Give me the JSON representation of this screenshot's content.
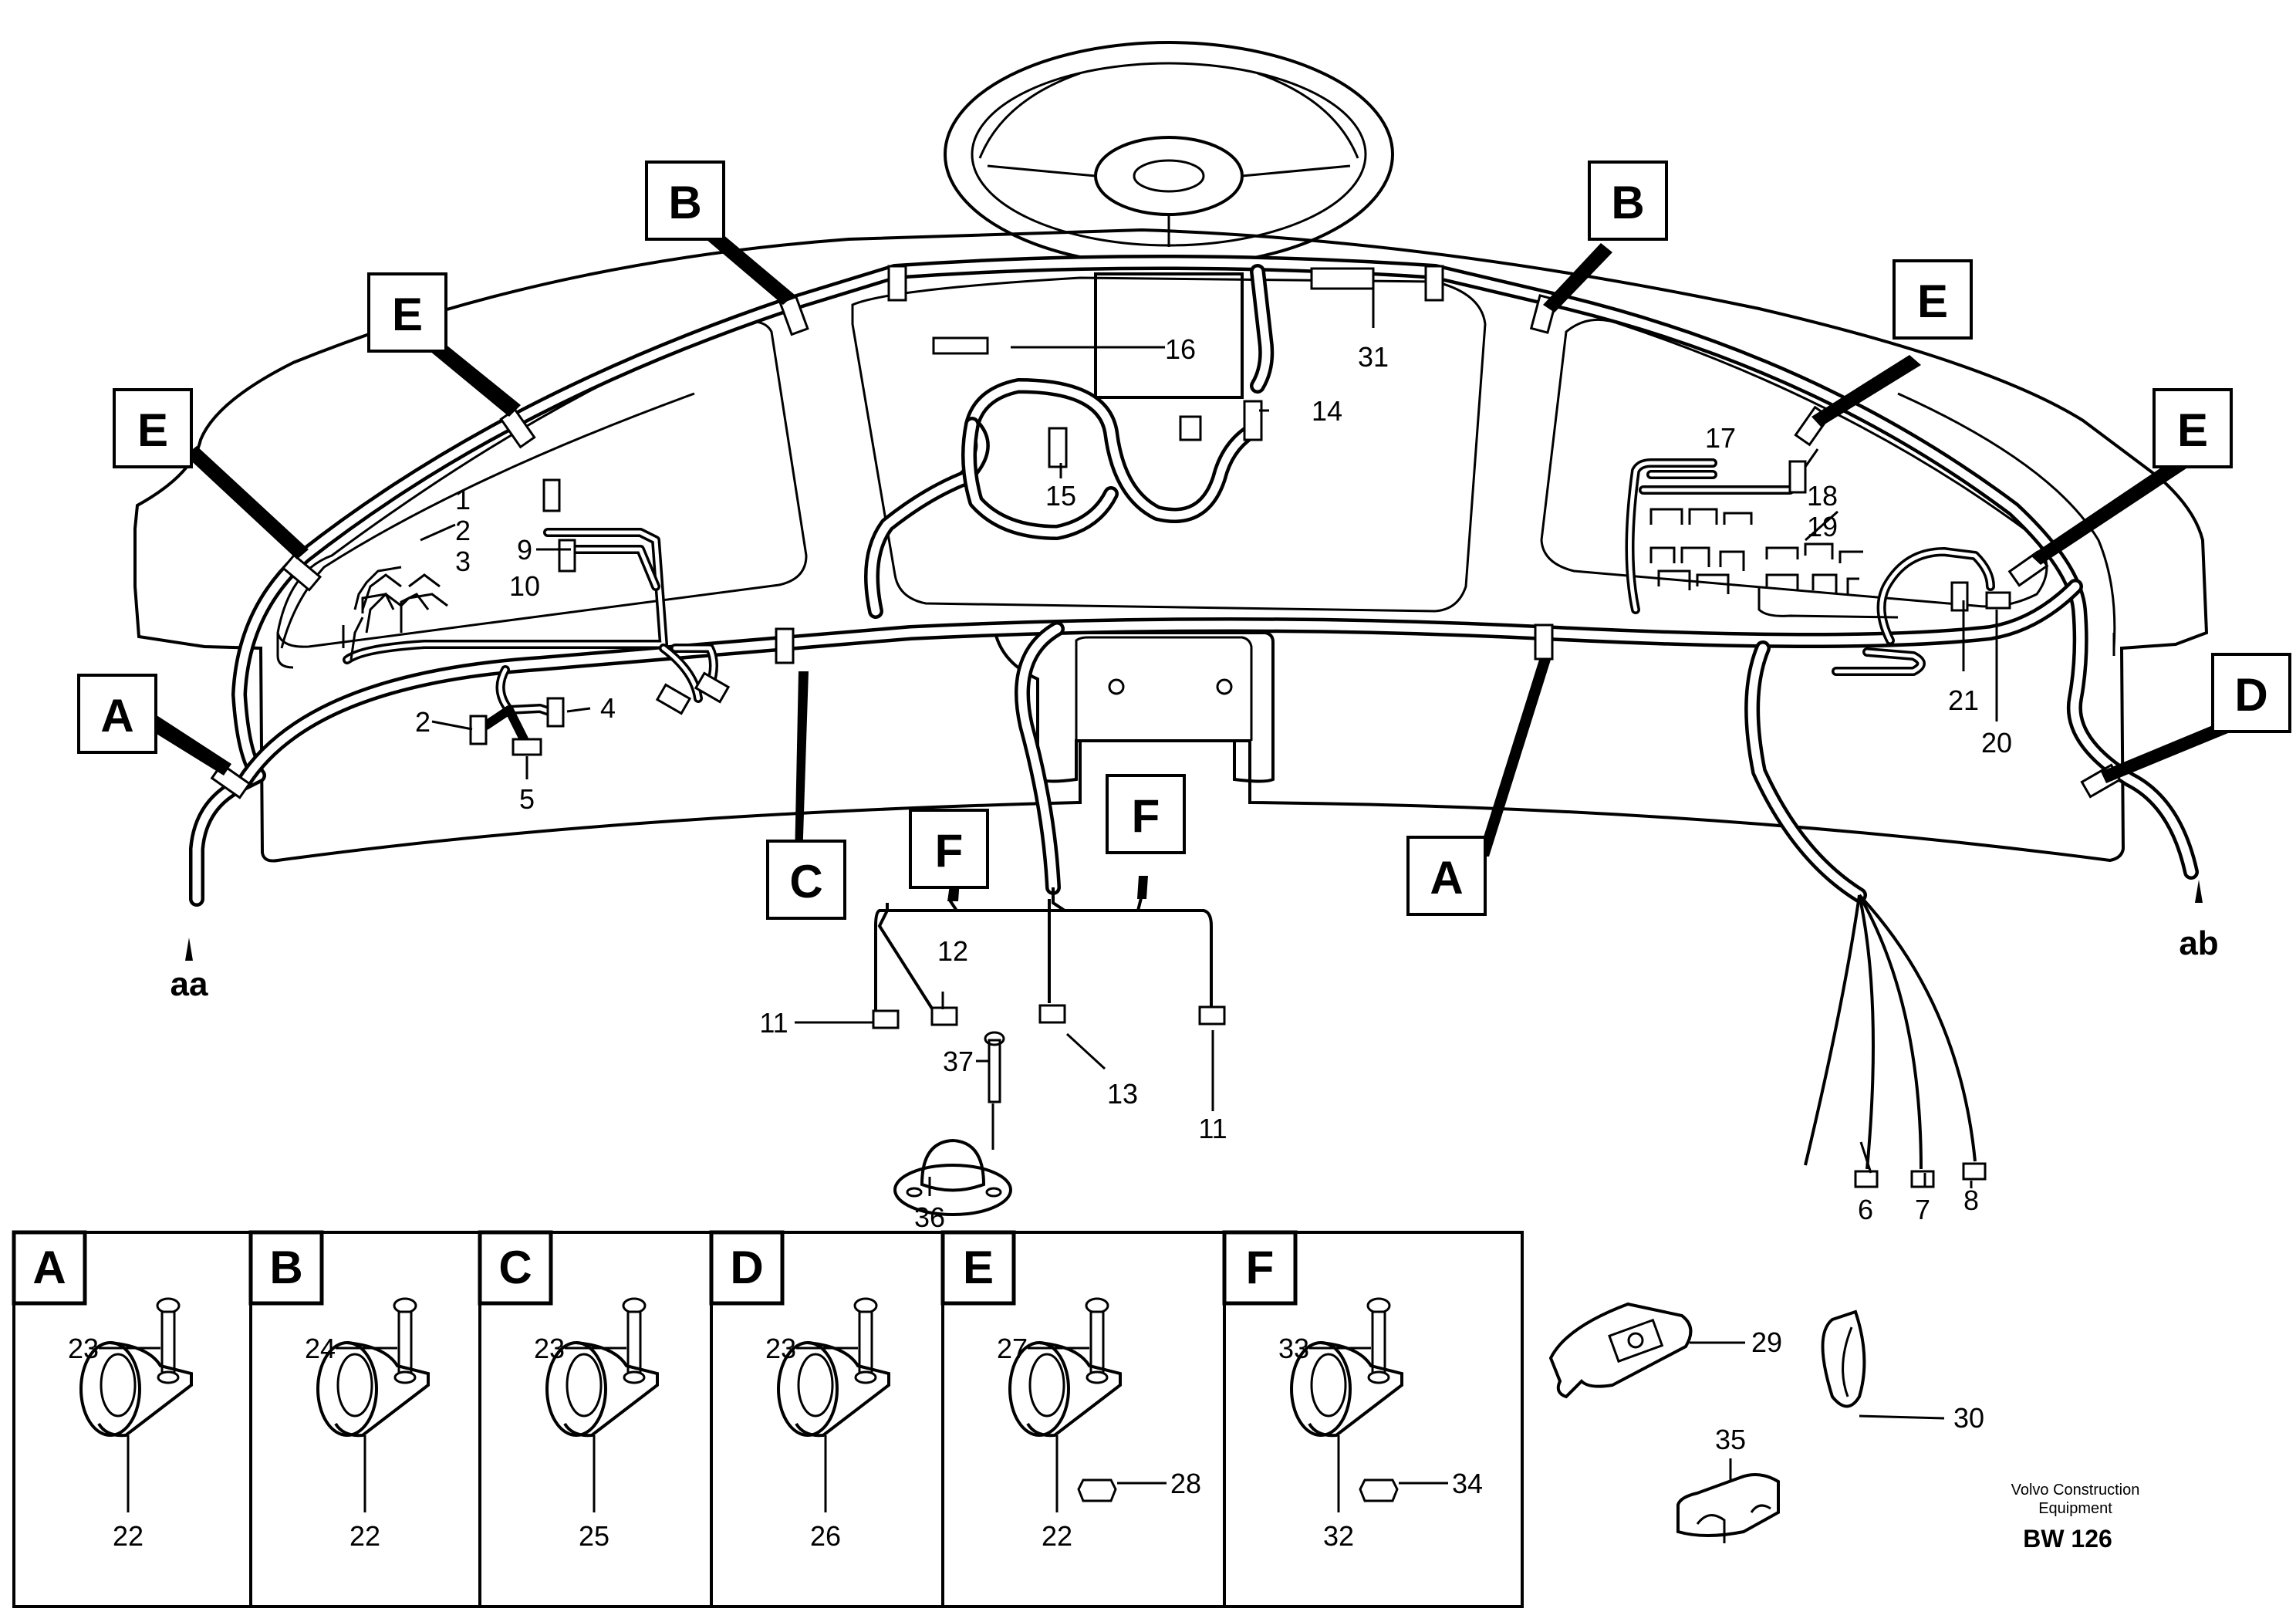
{
  "main_diagram": {
    "location_labels": {
      "A_left": "A",
      "A_right": "A",
      "B_left": "B",
      "B_right": "B",
      "C": "C",
      "D": "D",
      "E_1": "E",
      "E_2": "E",
      "E_3": "E",
      "E_4": "E",
      "F_left": "F",
      "F_right": "F"
    },
    "part_numbers": {
      "p1": "1",
      "p2": "2",
      "p3": "3",
      "p2b": "2",
      "p4": "4",
      "p5": "5",
      "p6": "6",
      "p7": "7",
      "p8": "8",
      "p9": "9",
      "p10": "10",
      "p11a": "11",
      "p11b": "11",
      "p12": "12",
      "p13": "13",
      "p14": "14",
      "p15": "15",
      "p16": "16",
      "p17": "17",
      "p18": "18",
      "p19": "19",
      "p20": "20",
      "p21": "21",
      "p31": "31",
      "p36": "36",
      "p37": "37"
    },
    "connection_refs": {
      "left": "aa",
      "right": "ab"
    }
  },
  "detail_panels": [
    {
      "label": "A",
      "top_part": "23",
      "bottom_part": "22"
    },
    {
      "label": "B",
      "top_part": "24",
      "bottom_part": "22"
    },
    {
      "label": "C",
      "top_part": "23",
      "bottom_part": "25"
    },
    {
      "label": "D",
      "top_part": "23",
      "bottom_part": "26"
    },
    {
      "label": "E",
      "top_part": "27",
      "bottom_part": "22",
      "nut_part": "28"
    },
    {
      "label": "F",
      "top_part": "33",
      "bottom_part": "32",
      "nut_part": "34"
    }
  ],
  "loose_parts": {
    "p29": "29",
    "p30": "30",
    "p35": "35"
  },
  "footer": {
    "credit_line1": "Volvo Construction",
    "credit_line2": "Equipment",
    "code": "BW 126"
  }
}
